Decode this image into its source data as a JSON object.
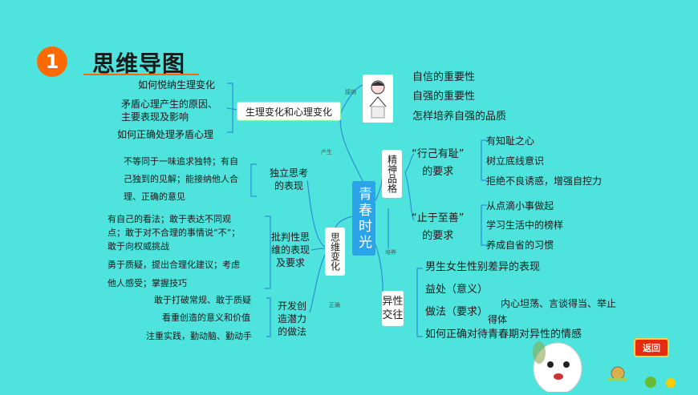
{
  "header": {
    "number": "1",
    "title": "思维导图"
  },
  "center": "青春时光",
  "nodes": {
    "physio": "生理变化和心理变化",
    "thinking": "思维变化",
    "character": "精神品格",
    "gender": "异性交往"
  },
  "physio_items": [
    "如何悦纳生理变化",
    "矛盾心理产生的原因、",
    "主要表现及影响",
    "如何正确处理矛盾心理"
  ],
  "thinking_subs": {
    "independent": [
      "独立思考",
      "的表现"
    ],
    "critical": [
      "批判性思",
      "维的表现",
      "及要求"
    ],
    "creative": [
      "开发创",
      "造潜力",
      "的做法"
    ]
  },
  "independent_items": [
    "不等同于一味追求独特；有自",
    "己独到的见解；能接纳他人合",
    "理、正确的意见"
  ],
  "critical_items": [
    "有自己的看法；敢于表达不同观",
    "点；敢于对不合理的事情说“不”；",
    "敢于向权威挑战",
    "勇于质疑，提出合理化建议；考虑",
    "他人感受；掌握技巧"
  ],
  "creative_items": [
    "敢于打破常规、敢于质疑",
    "看重创造的意义和价值",
    "注重实践，勤动脑、勤动手"
  ],
  "confidence_items": [
    "自信的重要性",
    "自强的重要性",
    "怎样培养自强的品质"
  ],
  "shame": {
    "label_line1": "“行己有耻”",
    "label_line2": "的要求",
    "items": [
      "有知耻之心",
      "树立底线意识",
      "拒绝不良诱惑，增强自控力"
    ]
  },
  "goodness": {
    "label_line1": "“止于至善”",
    "label_line2": "的要求",
    "items": [
      "从点滴小事做起",
      "学习生活中的榜样",
      "养成自省的习惯"
    ]
  },
  "gender_items": {
    "diff": "男生女生性别差异的表现",
    "benefit": "益处（意义）",
    "method": "做法（要求）",
    "method_detail_1": "内心坦荡、言谈得当、举止",
    "method_detail_2": "得体",
    "treat": "如何正确对待青春期对异性的情感"
  },
  "link_labels": {
    "ignite": "接纳",
    "produce": "产生",
    "cultivate": "培养",
    "correct": "正确"
  },
  "back_button": "返回"
}
